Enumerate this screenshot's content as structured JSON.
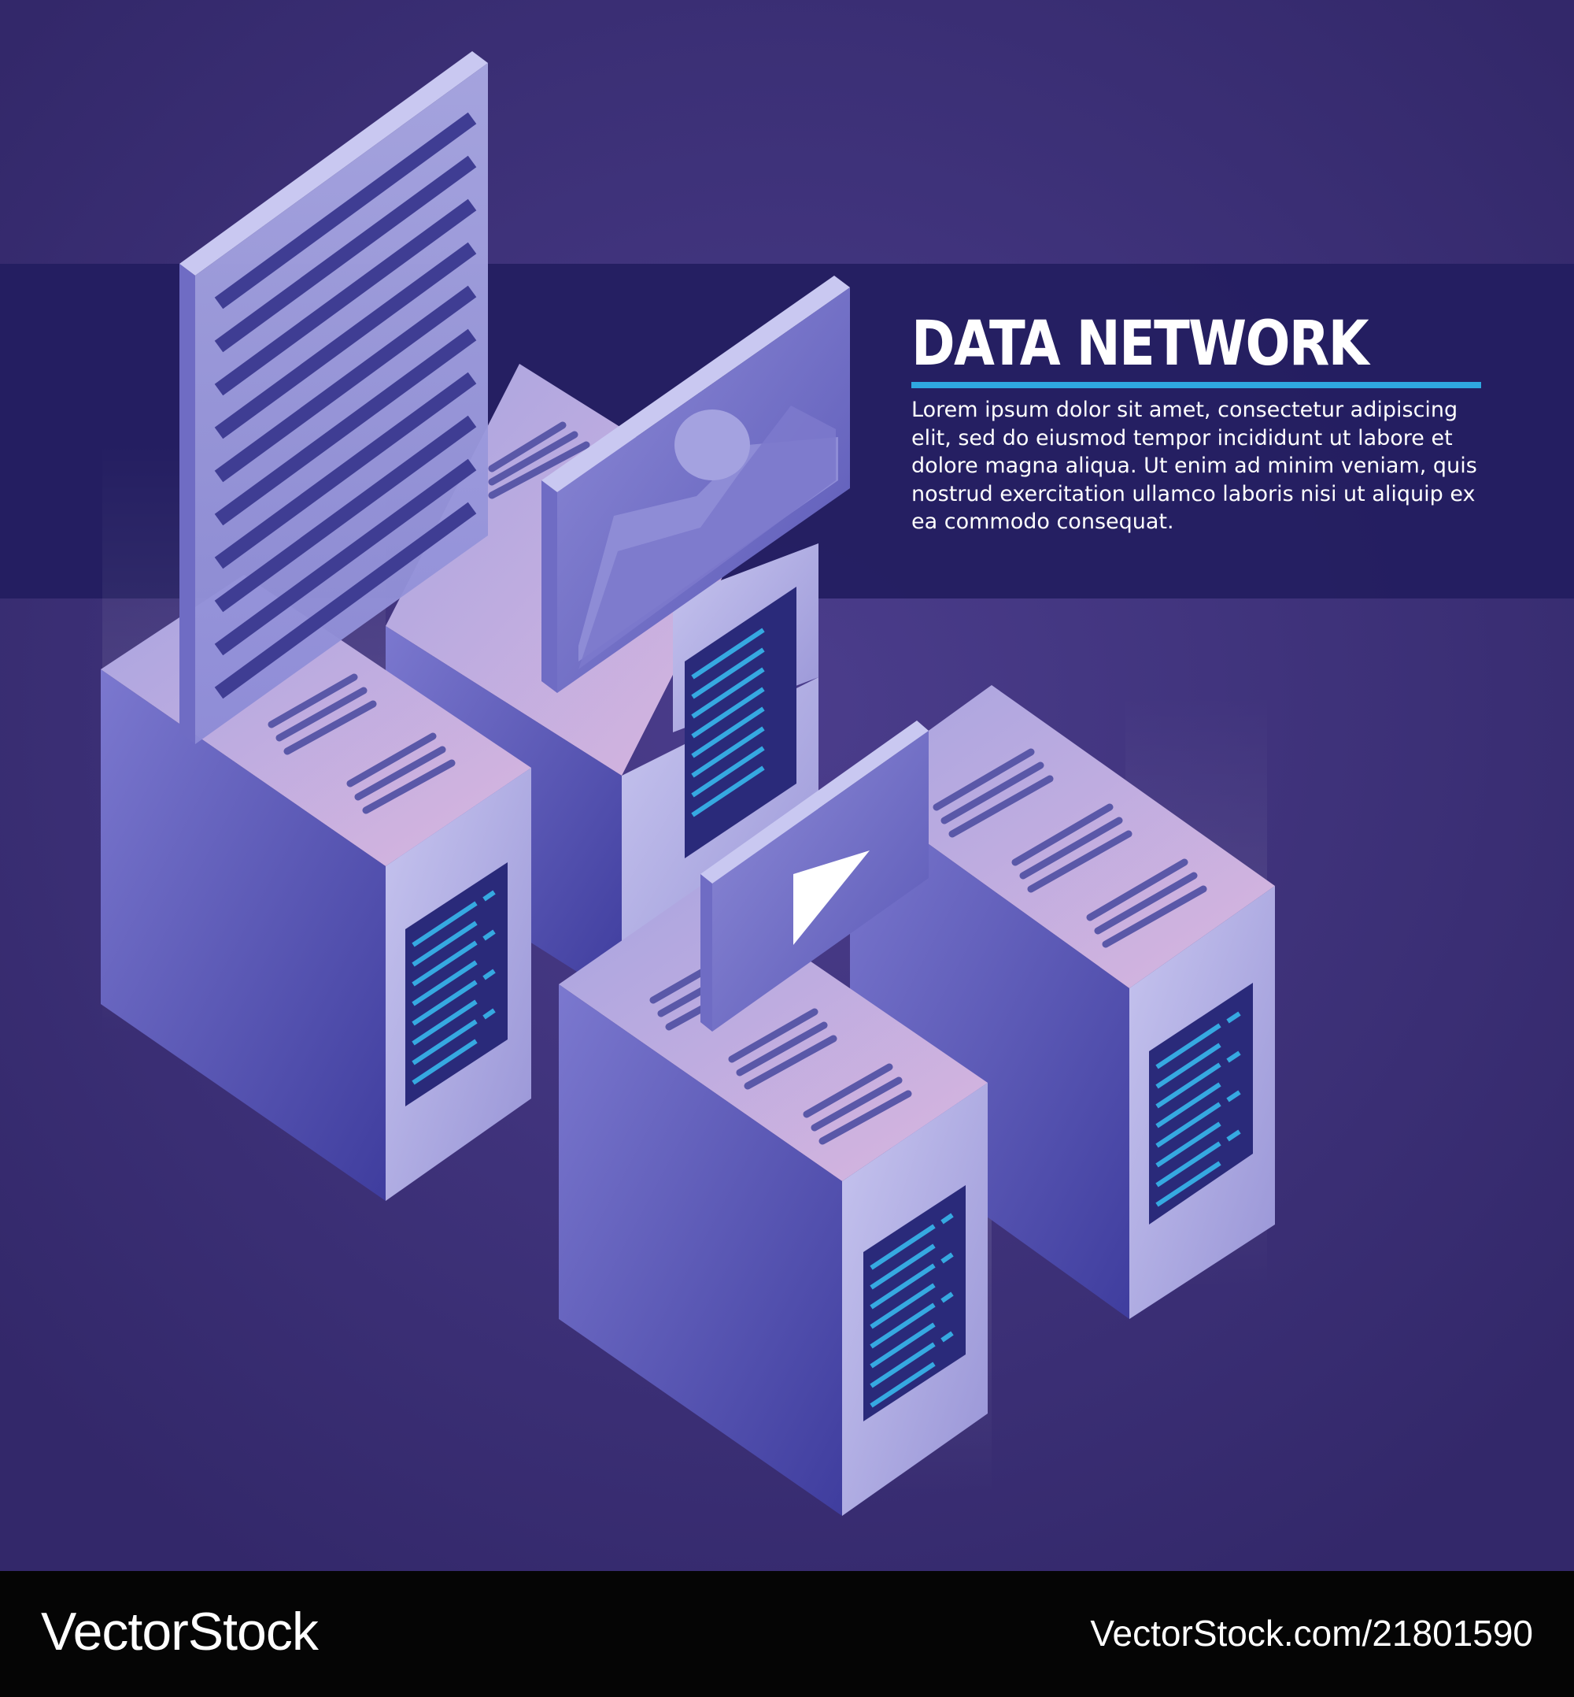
{
  "banner": {
    "title": "DATA NETWORK",
    "body": "Lorem ipsum dolor sit amet, consectetur adipiscing elit, sed do eiusmod tempor incididunt ut labore et dolore magna aliqua. Ut enim ad minim veniam, quis nostrud exercitation ullamco laboris nisi ut aliquip ex ea commodo consequat."
  },
  "footer": {
    "brand": "VectorStock",
    "url": "VectorStock.com/21801590"
  },
  "icons": [
    "document-icon",
    "image-icon",
    "video-play-icon",
    "server-rack-icon"
  ],
  "colors": {
    "background": "#3a2f70",
    "band": "#231d5f",
    "accent": "#2fa8e0",
    "server_front": "#b7b5e6",
    "server_side": "#4c4aa6",
    "server_top": "#8d89cf",
    "led": "#36a9e1",
    "footer": "#050505"
  }
}
